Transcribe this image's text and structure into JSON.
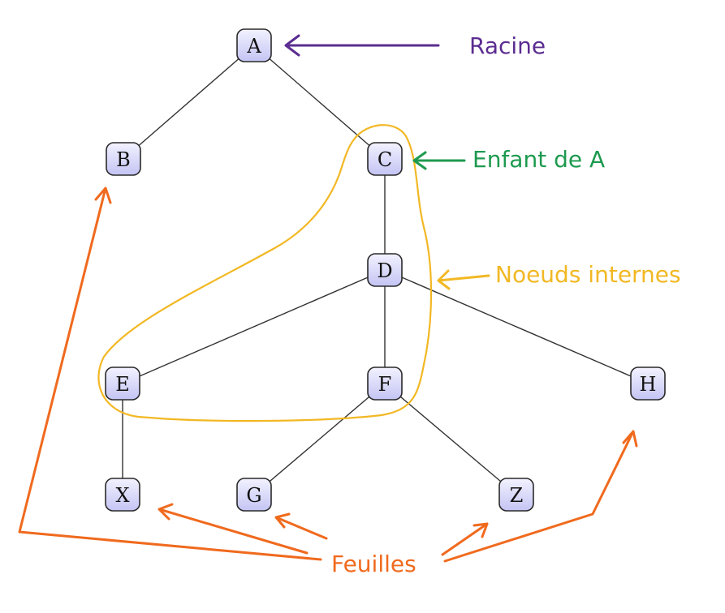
{
  "nodes": [
    {
      "id": "A",
      "label": "A"
    },
    {
      "id": "B",
      "label": "B"
    },
    {
      "id": "C",
      "label": "C"
    },
    {
      "id": "D",
      "label": "D"
    },
    {
      "id": "E",
      "label": "E"
    },
    {
      "id": "F",
      "label": "F"
    },
    {
      "id": "H",
      "label": "H"
    },
    {
      "id": "X",
      "label": "X"
    },
    {
      "id": "G",
      "label": "G"
    },
    {
      "id": "Z",
      "label": "Z"
    }
  ],
  "edges": [
    [
      "A",
      "B"
    ],
    [
      "A",
      "C"
    ],
    [
      "C",
      "D"
    ],
    [
      "D",
      "E"
    ],
    [
      "D",
      "F"
    ],
    [
      "D",
      "H"
    ],
    [
      "E",
      "X"
    ],
    [
      "F",
      "G"
    ],
    [
      "F",
      "Z"
    ]
  ],
  "annotations": {
    "root": {
      "text": "Racine",
      "color": "#5b2d91"
    },
    "child": {
      "text": "Enfant de A",
      "color": "#1e9a4f"
    },
    "internal": {
      "text": "Noeuds internes",
      "color": "#f2b824"
    },
    "leaves": {
      "text": "Feuilles",
      "color": "#f06a1e"
    }
  },
  "colors": {
    "node_fill_top": "#f2f2ff",
    "node_fill_bottom": "#c4c4f4",
    "edge": "#333333"
  }
}
